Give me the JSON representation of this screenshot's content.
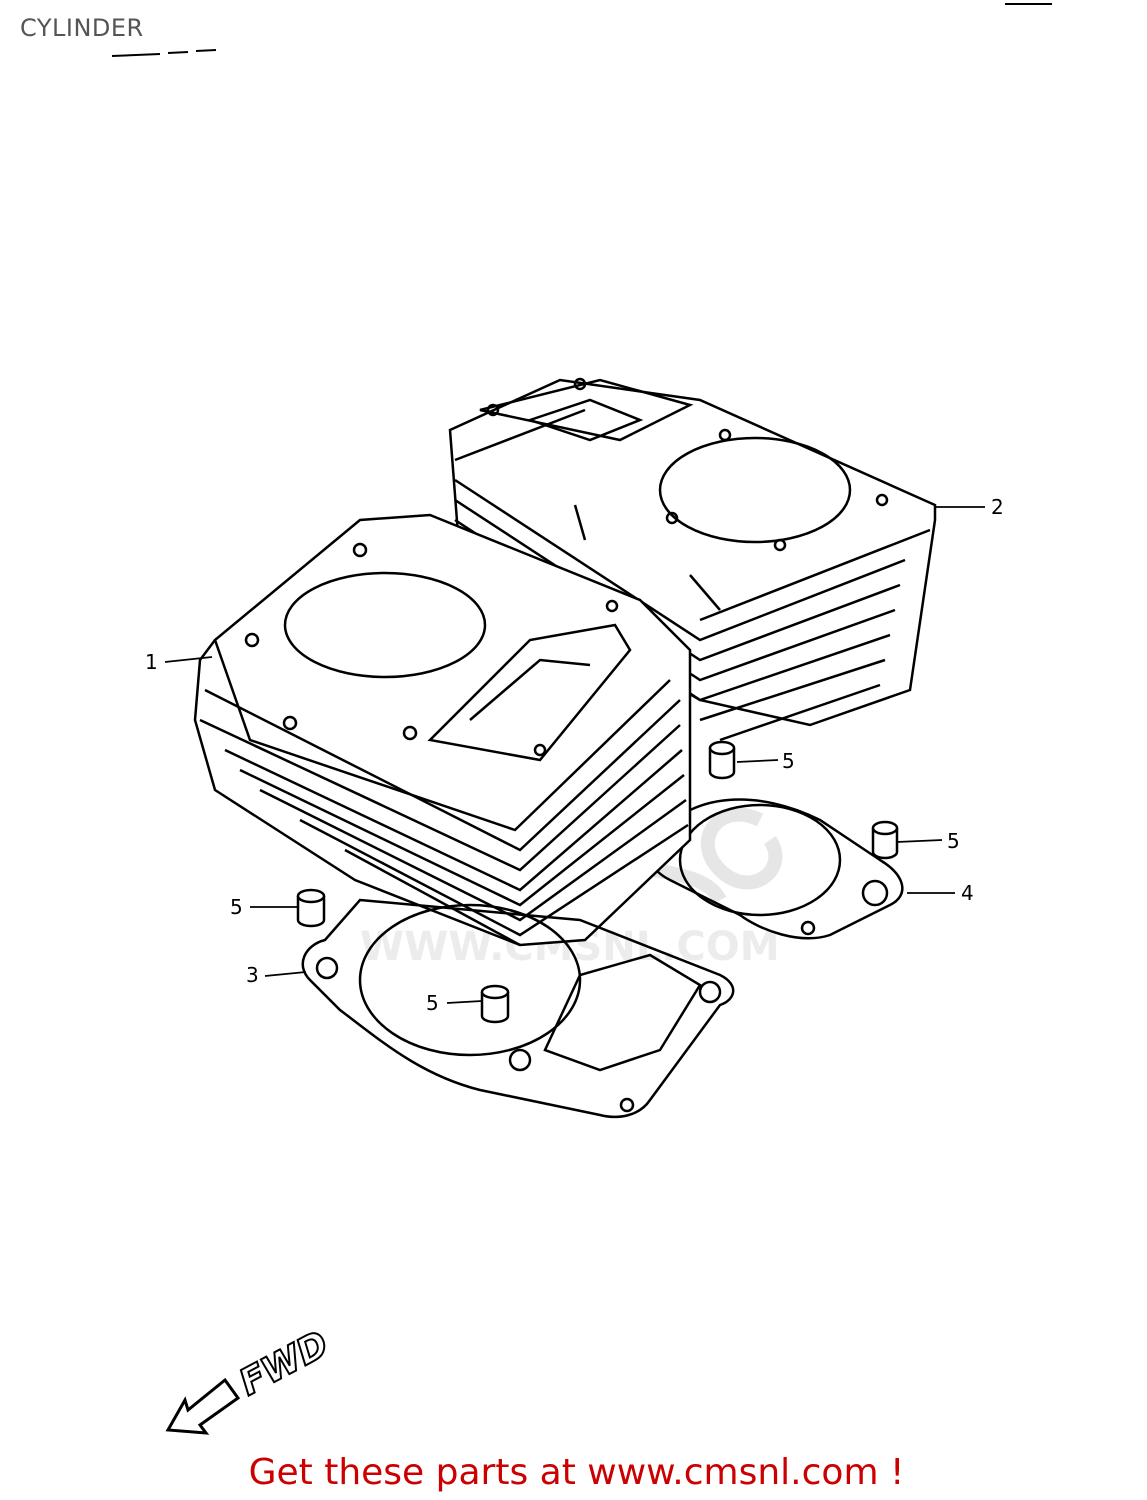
{
  "page": {
    "title": "CYLINDER"
  },
  "diagram": {
    "callouts": [
      "1",
      "2",
      "3",
      "4",
      "5",
      "5",
      "5",
      "5"
    ],
    "direction_label": "FWD",
    "watermark": "WWW.CMSNL.COM"
  },
  "footer": {
    "promo": "Get these parts at www.cmsnl.com !",
    "promo_color": "#cc0000"
  }
}
